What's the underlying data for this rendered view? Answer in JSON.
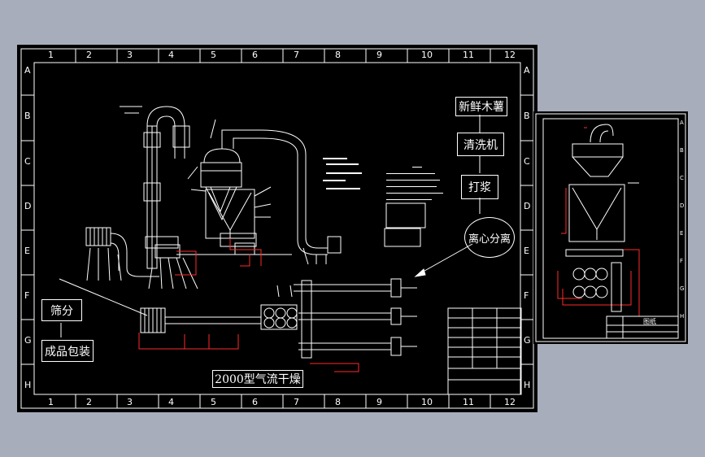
{
  "grid": {
    "columns": [
      "1",
      "2",
      "3",
      "4",
      "5",
      "6",
      "7",
      "8",
      "9",
      "10",
      "11",
      "12"
    ],
    "rows": [
      "A",
      "B",
      "C",
      "D",
      "E",
      "F",
      "G",
      "H"
    ]
  },
  "flow": {
    "step1": "新鲜木薯",
    "step2": "清洗机",
    "step3": "打浆",
    "step4": "离心分离",
    "step5": "筛分",
    "step6": "成品包装"
  },
  "title": "2000型气流干燥",
  "side_sheet": {
    "grid_rows": [
      "A",
      "B",
      "C",
      "D",
      "E",
      "F",
      "G",
      "H"
    ],
    "title_block_label": "图纸"
  },
  "colors": {
    "background": "#a7adbb",
    "sheet": "#000000",
    "line": "#ffffff",
    "accent": "#ff2a2a"
  }
}
